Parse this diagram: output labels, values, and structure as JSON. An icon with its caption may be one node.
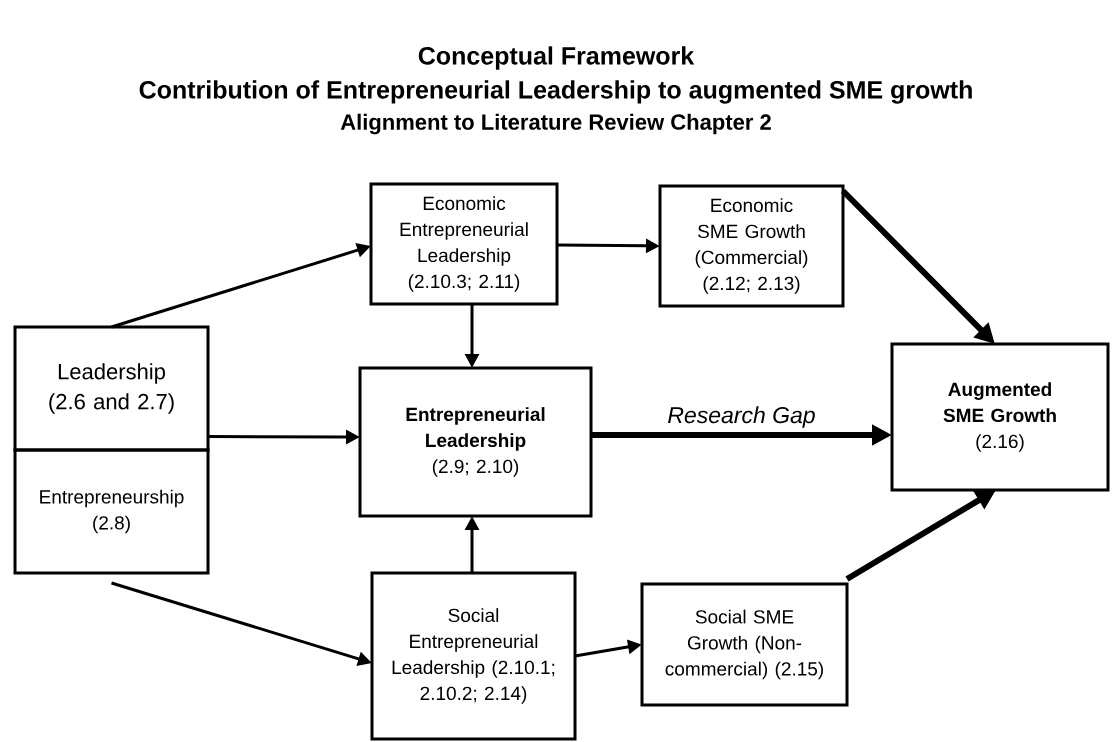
{
  "diagram": {
    "title": "Conceptual Framework",
    "labels": [
      "Contribution of Entrepreneurial Leadership to augmented SME growth",
      "Alignment to Literature Review Chapter 2"
    ],
    "nodes": [
      {
        "text": [
          "Leadership (2.6 and 2.7)"
        ]
      },
      {
        "text": [
          "Entrepreneurship (2.8)"
        ]
      },
      {
        "text": [
          "Economic Entrepreneurial Leadership (2.10.3; 2.11)"
        ]
      },
      {
        "text": [
          "Economic SME Growth (Commercial) (2.12; 2.13)"
        ]
      },
      {
        "text": [
          "Entrepreneurial Leadership",
          "(2.9; 2.10)"
        ]
      },
      {
        "text": [
          "Augmented SME Growth",
          "(2.16)"
        ]
      },
      {
        "text": [
          "Social Entrepreneurial Leadership (2.10.1; 2.10.2; 2.14)"
        ]
      },
      {
        "text": [
          "Social SME Growth (Non-commercial) (2.15)"
        ]
      }
    ],
    "edges": [
      {
        "from": 0,
        "to": 2,
        "arrow": "to"
      },
      {
        "from": 0,
        "to": 4,
        "arrow": "to"
      },
      {
        "from": 1,
        "to": 6,
        "arrow": "to"
      },
      {
        "from": 2,
        "to": 3,
        "arrow": "to"
      },
      {
        "from": 2,
        "to": 4,
        "arrow": "to"
      },
      {
        "from": 6,
        "to": 4,
        "arrow": "to"
      },
      {
        "from": 4,
        "to": 5,
        "arrow": "to",
        "label": "*Research Gap*",
        "style": "thick"
      },
      {
        "from": 3,
        "to": 5,
        "arrow": "to",
        "style": "thick"
      },
      {
        "from": 6,
        "to": 7,
        "arrow": "to"
      },
      {
        "from": 7,
        "to": 5,
        "arrow": "to",
        "style": "thick"
      }
    ]
  }
}
